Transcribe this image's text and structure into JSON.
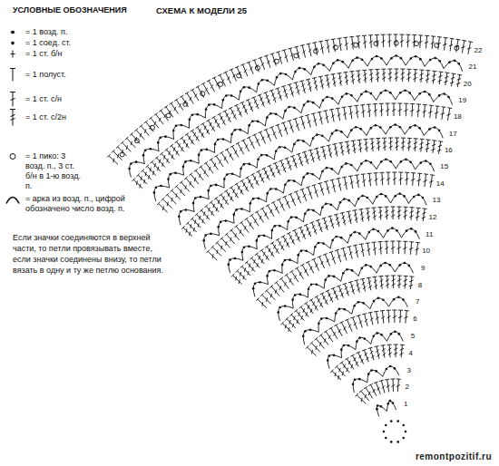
{
  "diagram": {
    "title": "СХЕМА К МОДЕЛИ 25",
    "labels": [
      "УСЛОВНЫЕ ОБОЗНАЧЕНИЯ",
      "Если значки соединяются в верхней части, то петли провязывать вместе, если значки соединены внизу, то петли вязать в одну и ту же петлю основания.",
      "remontpozitif.ru",
      "1",
      "2",
      "3",
      "4",
      "5",
      "6",
      "7",
      "8",
      "9",
      "10",
      "11",
      "12",
      "13",
      "14",
      "15",
      "16",
      "17",
      "18",
      "19",
      "20",
      "21",
      "22"
    ],
    "legend": [
      {
        "text": "= 1 возд. п."
      },
      {
        "text": "= 1 соед. ст."
      },
      {
        "text": "= 1 ст. б/н"
      },
      {
        "text": "= 1 полуст."
      },
      {
        "text": "= 1 ст. с/н"
      },
      {
        "text": "= 1 ст. с/2н"
      },
      {
        "text": "= 1 пико: 3 возд. п., 3 ст. б/н в 1-ю возд. п."
      },
      {
        "text": "= арка из возд. п., цифрой обозначено число возд. п."
      }
    ]
  }
}
